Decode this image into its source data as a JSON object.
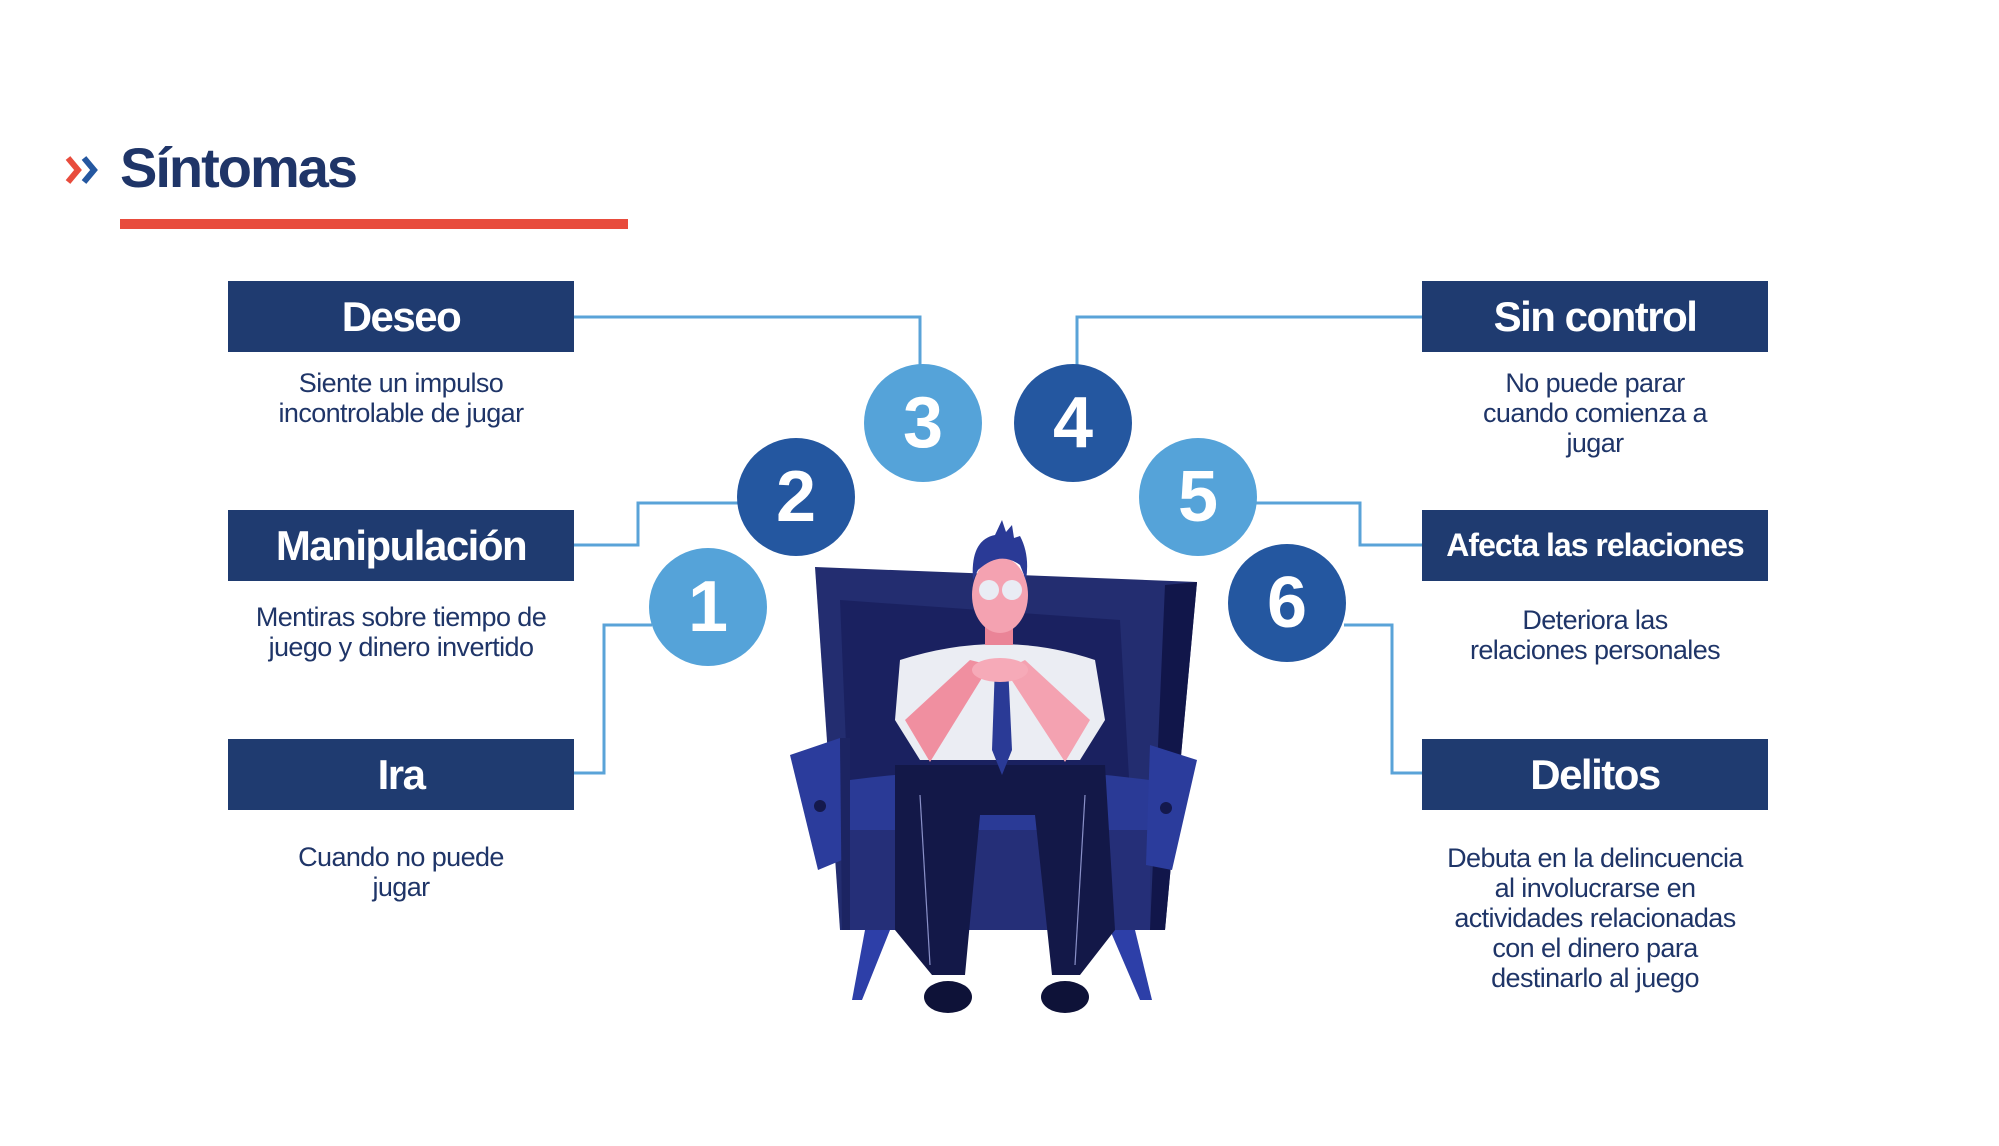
{
  "header": {
    "title": "Síntomas",
    "icon": "double-chevron-right-icon"
  },
  "colors": {
    "box_fill": "#1f3b70",
    "title_text": "#1f3568",
    "underline": "#e84c3d",
    "circle_light": "#55a3d9",
    "circle_dark": "#2457a0",
    "connector": "#5aa3d8",
    "chevron_red": "#e84c3d",
    "chevron_blue": "#2457a0"
  },
  "symptoms": [
    {
      "number": "1",
      "title": "Ira",
      "description": "Cuando no puede jugar"
    },
    {
      "number": "2",
      "title": "Manipulación",
      "description": "Mentiras sobre tiempo de juego y dinero invertido"
    },
    {
      "number": "3",
      "title": "Deseo",
      "description": "Siente un impulso incontrolable de jugar"
    },
    {
      "number": "4",
      "title": "Sin control",
      "description": "No puede parar cuando comienza a jugar"
    },
    {
      "number": "5",
      "title": "Afecta las relaciones",
      "description": "Deteriora las relaciones personales"
    },
    {
      "number": "6",
      "title": "Delitos",
      "description": "Debuta en la delincuencia al involucrarse en actividades relacionadas con el dinero para destinarlo al juego"
    }
  ],
  "illustration": {
    "subject": "man-sitting-in-armchair-illustration"
  }
}
